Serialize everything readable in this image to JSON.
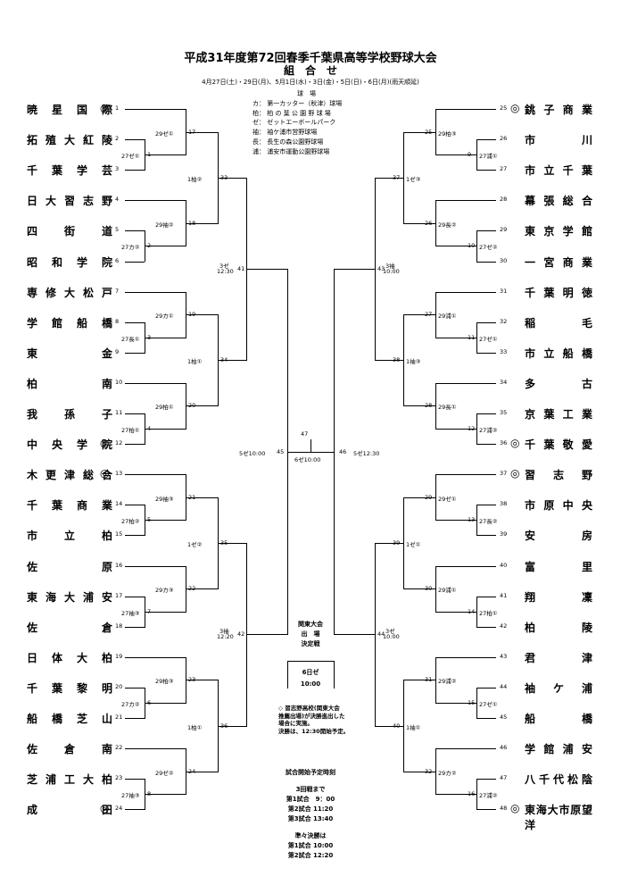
{
  "header": {
    "title": "平成31年度第72回春季千葉県高等学校野球大会",
    "subtitle": "組　合　せ",
    "dates": "4月27日(土)・29日(月)、5月1日(水)・3日(金)・5日(日)・6日(月)(雨天順延)"
  },
  "venues": {
    "heading": "球　場",
    "rows": [
      "カ： 第一カッター（秋津）球場",
      "柏： 柏 の 葉 公 園 野 球 場",
      "ゼ： ゼットエーボールパーク",
      "袖： 袖ケ浦市営野球場",
      "長： 長生の森公園野球場",
      "浦： 浦安市運動公園野球場"
    ]
  },
  "left_teams": [
    {
      "name": "暁星国際",
      "num": "1",
      "seed": "◎"
    },
    {
      "name": "拓殖大紅陵",
      "num": "2",
      "seed": ""
    },
    {
      "name": "千葉学芸",
      "num": "3",
      "seed": ""
    },
    {
      "name": "日大習志野",
      "num": "4",
      "seed": ""
    },
    {
      "name": "四街道",
      "num": "5",
      "seed": ""
    },
    {
      "name": "昭和学院",
      "num": "6",
      "seed": ""
    },
    {
      "name": "専修大松戸",
      "num": "7",
      "seed": ""
    },
    {
      "name": "学館船橋",
      "num": "8",
      "seed": ""
    },
    {
      "name": "東金",
      "num": "9",
      "seed": ""
    },
    {
      "name": "柏南",
      "num": "10",
      "seed": ""
    },
    {
      "name": "我孫子",
      "num": "11",
      "seed": ""
    },
    {
      "name": "中央学院",
      "num": "12",
      "seed": "◎"
    },
    {
      "name": "木更津総合",
      "num": "13",
      "seed": "◎"
    },
    {
      "name": "千葉商業",
      "num": "14",
      "seed": ""
    },
    {
      "name": "市立柏",
      "num": "15",
      "seed": ""
    },
    {
      "name": "佐原",
      "num": "16",
      "seed": ""
    },
    {
      "name": "東海大浦安",
      "num": "17",
      "seed": ""
    },
    {
      "name": "佐倉",
      "num": "18",
      "seed": ""
    },
    {
      "name": "日体大柏",
      "num": "19",
      "seed": ""
    },
    {
      "name": "千葉黎明",
      "num": "20",
      "seed": ""
    },
    {
      "name": "船橋芝山",
      "num": "21",
      "seed": ""
    },
    {
      "name": "佐倉南",
      "num": "22",
      "seed": ""
    },
    {
      "name": "芝浦工大柏",
      "num": "23",
      "seed": ""
    },
    {
      "name": "成田",
      "num": "24",
      "seed": "◎"
    }
  ],
  "right_teams": [
    {
      "name": "銚子商業",
      "num": "25",
      "seed": "◎"
    },
    {
      "name": "市川",
      "num": "26",
      "seed": ""
    },
    {
      "name": "市立千葉",
      "num": "27",
      "seed": ""
    },
    {
      "name": "幕張総合",
      "num": "28",
      "seed": ""
    },
    {
      "name": "東京学館",
      "num": "29",
      "seed": ""
    },
    {
      "name": "一宮商業",
      "num": "30",
      "seed": ""
    },
    {
      "name": "千葉明徳",
      "num": "31",
      "seed": ""
    },
    {
      "name": "稲毛",
      "num": "32",
      "seed": ""
    },
    {
      "name": "市立船橋",
      "num": "33",
      "seed": ""
    },
    {
      "name": "多古",
      "num": "34",
      "seed": ""
    },
    {
      "name": "京葉工業",
      "num": "35",
      "seed": ""
    },
    {
      "name": "千葉敬愛",
      "num": "36",
      "seed": "◎"
    },
    {
      "name": "習志野",
      "num": "37",
      "seed": "◎"
    },
    {
      "name": "市原中央",
      "num": "38",
      "seed": ""
    },
    {
      "name": "安房",
      "num": "39",
      "seed": ""
    },
    {
      "name": "富里",
      "num": "40",
      "seed": ""
    },
    {
      "name": "翔凜",
      "num": "41",
      "seed": ""
    },
    {
      "name": "柏陵",
      "num": "42",
      "seed": ""
    },
    {
      "name": "君津",
      "num": "43",
      "seed": ""
    },
    {
      "name": "袖ケ浦",
      "num": "44",
      "seed": ""
    },
    {
      "name": "船橋",
      "num": "45",
      "seed": ""
    },
    {
      "name": "学館浦安",
      "num": "46",
      "seed": ""
    },
    {
      "name": "八千代松陰",
      "num": "47",
      "seed": ""
    },
    {
      "name": "東海大市原望洋",
      "num": "48",
      "seed": "◎"
    }
  ],
  "left_round1": [
    {
      "label": "27ゼ①",
      "num": "1"
    },
    {
      "label": "27カ②",
      "num": "2"
    },
    {
      "label": "27長①",
      "num": "3"
    },
    {
      "label": "27柏①",
      "num": "4"
    },
    {
      "label": "27柏②",
      "num": "5"
    },
    {
      "label": "27袖③",
      "num": "7"
    },
    {
      "label": "27カ②",
      "num": "6"
    },
    {
      "label": "27袖③",
      "num": "8"
    }
  ],
  "left_round2": [
    {
      "label": "29ゼ①",
      "num": "17"
    },
    {
      "label": "29袖②",
      "num": "18"
    },
    {
      "label": "29カ①",
      "num": "19"
    },
    {
      "label": "29柏①",
      "num": "20"
    },
    {
      "label": "29袖③",
      "num": "21"
    },
    {
      "label": "29カ③",
      "num": "22"
    },
    {
      "label": "29柏③",
      "num": "23"
    },
    {
      "label": "29ゼ②",
      "num": "24"
    }
  ],
  "left_round3": [
    {
      "label": "1柏②",
      "num": "33"
    },
    {
      "label": "1柏①",
      "num": "34"
    },
    {
      "label": "1ゼ②",
      "num": "35"
    },
    {
      "label": "1柏①",
      "num": "36"
    }
  ],
  "left_qf": [
    {
      "label1": "3ゼ",
      "label2": "12:30",
      "num": "41"
    },
    {
      "label1": "3袖",
      "label2": "12:20",
      "num": "42"
    }
  ],
  "right_round1": [
    {
      "label": "27浦①",
      "num": "9"
    },
    {
      "label": "27ゼ②",
      "num": "10"
    },
    {
      "label": "27ゼ①",
      "num": "11"
    },
    {
      "label": "27浦②",
      "num": "12"
    },
    {
      "label": "27長②",
      "num": "13"
    },
    {
      "label": "27柏①",
      "num": "14"
    },
    {
      "label": "27ゼ①",
      "num": "15"
    },
    {
      "label": "27浦②",
      "num": "16"
    }
  ],
  "right_round2": [
    {
      "label": "29柏③",
      "num": "25"
    },
    {
      "label": "29長②",
      "num": "26"
    },
    {
      "label": "29浦①",
      "num": "27"
    },
    {
      "label": "29長①",
      "num": "28"
    },
    {
      "label": "29ゼ①",
      "num": "29"
    },
    {
      "label": "29浦①",
      "num": "30"
    },
    {
      "label": "29浦②",
      "num": "31"
    },
    {
      "label": "29カ②",
      "num": "32"
    }
  ],
  "right_round3": [
    {
      "label": "1ゼ③",
      "num": "37"
    },
    {
      "label": "1袖③",
      "num": "38"
    },
    {
      "label": "1ゼ①",
      "num": "39"
    },
    {
      "label": "1袖①",
      "num": "40"
    }
  ],
  "right_qf": [
    {
      "label1": "3袖",
      "label2": "10:00",
      "num": "43"
    },
    {
      "label1": "3ゼ",
      "label2": "10:00",
      "num": "44"
    }
  ],
  "semis": {
    "left_num": "45",
    "left_label": "5ゼ10:00",
    "right_num": "46",
    "right_label": "5ゼ12:30",
    "final_num": "47",
    "final_label": "6ゼ10:00"
  },
  "kanto": {
    "title_lines": [
      "関東大会",
      "出　場",
      "決定戦"
    ],
    "date": "6日ゼ",
    "time": "10:00",
    "note_lines": [
      "◇ 習志野高校(関東大会",
      "推薦出場)が決勝進出した",
      "場合に実施。",
      "決勝は、12:30開始予定。"
    ]
  },
  "schedule": {
    "heading": "試合開始予定時刻",
    "sub1": "3回戦まで",
    "rows1": [
      "第1試合　9：00",
      "第2試合 11:20",
      "第3試合 13:40"
    ],
    "sub2": "準々決勝は",
    "rows2": [
      "第1試合 10:00",
      "第2試合 12:20"
    ]
  }
}
